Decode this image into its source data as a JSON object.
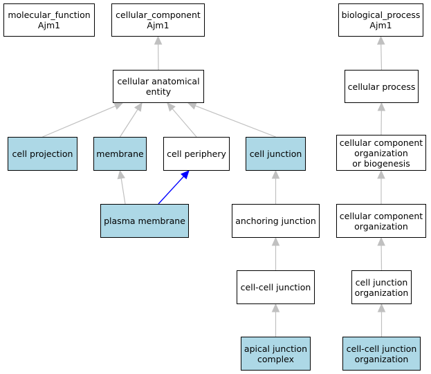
{
  "colors": {
    "highlight_fill": "#add8e6",
    "default_fill": "#ffffff",
    "edge_default": "#c0c0c0",
    "edge_highlight": "#0000ff"
  },
  "nodes": {
    "molecular_function": {
      "label": "molecular_function\nAjm1",
      "highlighted": false
    },
    "cellular_component": {
      "label": "cellular_component\nAjm1",
      "highlighted": false
    },
    "biological_process": {
      "label": "biological_process\nAjm1",
      "highlighted": false
    },
    "cellular_anatomical_entity": {
      "label": "cellular anatomical\nentity",
      "highlighted": false
    },
    "cellular_process": {
      "label": "cellular process",
      "highlighted": false
    },
    "cell_projection": {
      "label": "cell projection",
      "highlighted": true
    },
    "membrane": {
      "label": "membrane",
      "highlighted": true
    },
    "cell_periphery": {
      "label": "cell periphery",
      "highlighted": false
    },
    "cell_junction": {
      "label": "cell junction",
      "highlighted": true
    },
    "ccob": {
      "label": "cellular component\norganization\nor biogenesis",
      "highlighted": false
    },
    "plasma_membrane": {
      "label": "plasma membrane",
      "highlighted": true
    },
    "anchoring_junction": {
      "label": "anchoring junction",
      "highlighted": false
    },
    "cc_organization": {
      "label": "cellular component\norganization",
      "highlighted": false
    },
    "cell_cell_junction": {
      "label": "cell-cell junction",
      "highlighted": false
    },
    "cj_organization": {
      "label": "cell junction\norganization",
      "highlighted": false
    },
    "apical_junction_complex": {
      "label": "apical junction\ncomplex",
      "highlighted": true
    },
    "ccj_organization": {
      "label": "cell-cell junction\norganization",
      "highlighted": true
    }
  },
  "edges": [
    {
      "from": "cellular_anatomical_entity",
      "to": "cellular_component",
      "highlighted": false
    },
    {
      "from": "cell_projection",
      "to": "cellular_anatomical_entity",
      "highlighted": false
    },
    {
      "from": "membrane",
      "to": "cellular_anatomical_entity",
      "highlighted": false
    },
    {
      "from": "cell_periphery",
      "to": "cellular_anatomical_entity",
      "highlighted": false
    },
    {
      "from": "cell_junction",
      "to": "cellular_anatomical_entity",
      "highlighted": false
    },
    {
      "from": "plasma_membrane",
      "to": "membrane",
      "highlighted": false
    },
    {
      "from": "plasma_membrane",
      "to": "cell_periphery",
      "highlighted": true
    },
    {
      "from": "anchoring_junction",
      "to": "cell_junction",
      "highlighted": false
    },
    {
      "from": "cell_cell_junction",
      "to": "anchoring_junction",
      "highlighted": false
    },
    {
      "from": "apical_junction_complex",
      "to": "cell_cell_junction",
      "highlighted": false
    },
    {
      "from": "cellular_process",
      "to": "biological_process",
      "highlighted": false
    },
    {
      "from": "ccob",
      "to": "cellular_process",
      "highlighted": false
    },
    {
      "from": "cc_organization",
      "to": "ccob",
      "highlighted": false
    },
    {
      "from": "cj_organization",
      "to": "cc_organization",
      "highlighted": false
    },
    {
      "from": "ccj_organization",
      "to": "cj_organization",
      "highlighted": false
    }
  ]
}
